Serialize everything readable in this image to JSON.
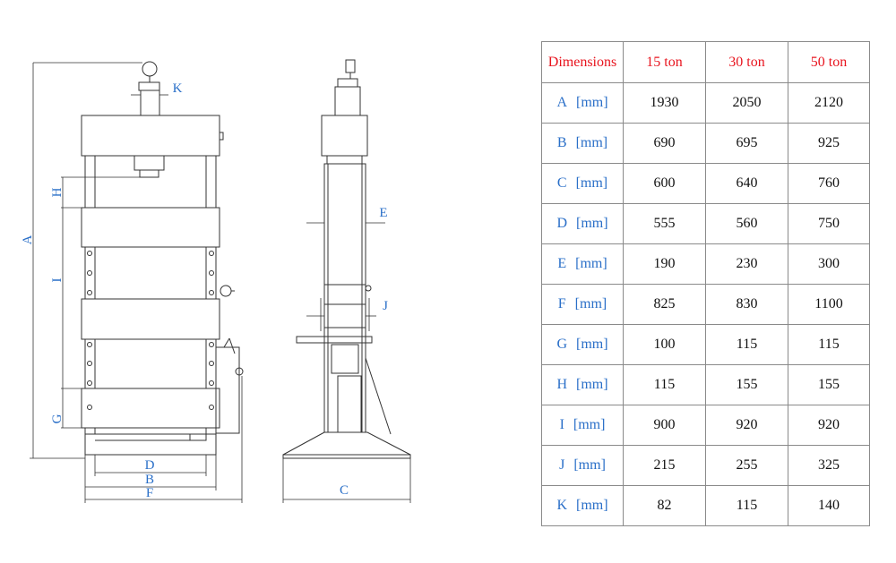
{
  "table": {
    "headers": [
      "Dimensions",
      "15 ton",
      "30 ton",
      "50 ton"
    ],
    "unit": "[mm]",
    "rows": [
      {
        "dim": "A",
        "values": [
          "1930",
          "2050",
          "2120"
        ]
      },
      {
        "dim": "B",
        "values": [
          "690",
          "695",
          "925"
        ]
      },
      {
        "dim": "C",
        "values": [
          "600",
          "640",
          "760"
        ]
      },
      {
        "dim": "D",
        "values": [
          "555",
          "560",
          "750"
        ]
      },
      {
        "dim": "E",
        "values": [
          "190",
          "230",
          "300"
        ]
      },
      {
        "dim": "F",
        "values": [
          "825",
          "830",
          "1100"
        ]
      },
      {
        "dim": "G",
        "values": [
          "100",
          "115",
          "115"
        ]
      },
      {
        "dim": "H",
        "values": [
          "115",
          "155",
          "155"
        ]
      },
      {
        "dim": "I",
        "values": [
          "900",
          "920",
          "920"
        ]
      },
      {
        "dim": "J",
        "values": [
          "215",
          "255",
          "325"
        ]
      },
      {
        "dim": "K",
        "values": [
          "82",
          "115",
          "140"
        ]
      }
    ]
  },
  "drawing": {
    "labels": {
      "A": "A",
      "B": "B",
      "C": "C",
      "D": "D",
      "E": "E",
      "F": "F",
      "G": "G",
      "H": "H",
      "I": "I",
      "J": "J",
      "K": "K"
    }
  },
  "colors": {
    "header_red": "#e8141e",
    "label_blue": "#2a6fc8",
    "line": "#333333"
  }
}
